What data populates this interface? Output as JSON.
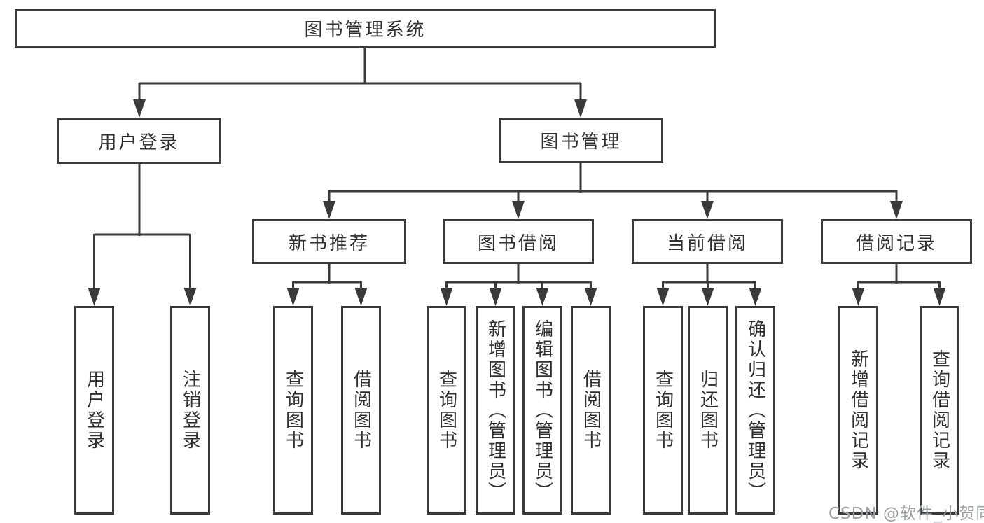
{
  "nodes": {
    "root": "图书管理系统",
    "level2": [
      "用户登录",
      "图书管理"
    ],
    "level3": [
      "新书推荐",
      "图书借阅",
      "当前借阅",
      "借阅记录"
    ]
  },
  "leaves": {
    "user_login": [
      "用户登录",
      "注销登录"
    ],
    "new_book_recommendation": [
      "查询图书",
      "借阅图书"
    ],
    "book_borrowing": [
      "查询图书",
      "新增图书（管理员）",
      "编辑图书（管理员）",
      "借阅图书"
    ],
    "current_borrowing": [
      "查询图书",
      "归还图书",
      "确认归还（管理员）"
    ],
    "borrowing_records": [
      "新增借阅记录",
      "查询借阅记录"
    ]
  },
  "watermark": "CSDN @软件_小贺同学",
  "colors": {
    "line": "#3a3a3a",
    "box_border": "#3a3a3a",
    "text": "#303030",
    "watermark": "#9aa0a6",
    "background": "#ffffff"
  }
}
